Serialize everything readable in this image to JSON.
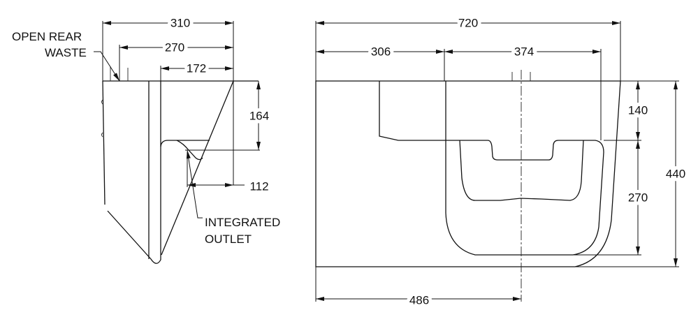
{
  "side_view": {
    "labels": {
      "open_rear_waste_1": "OPEN REAR",
      "open_rear_waste_2": "WASTE",
      "integrated_outlet_1": "INTEGRATED",
      "integrated_outlet_2": "OUTLET"
    },
    "dimensions": {
      "overall_depth": "310",
      "waste_to_front": "270",
      "bowl_to_front": "172",
      "bowl_height": "164",
      "outlet_to_front": "112"
    }
  },
  "front_view": {
    "dimensions": {
      "overall_width": "720",
      "left_to_bowl": "306",
      "bowl_width": "374",
      "upper_height": "140",
      "bowl_depth": "270",
      "overall_height": "440",
      "centerline_offset": "486"
    }
  }
}
